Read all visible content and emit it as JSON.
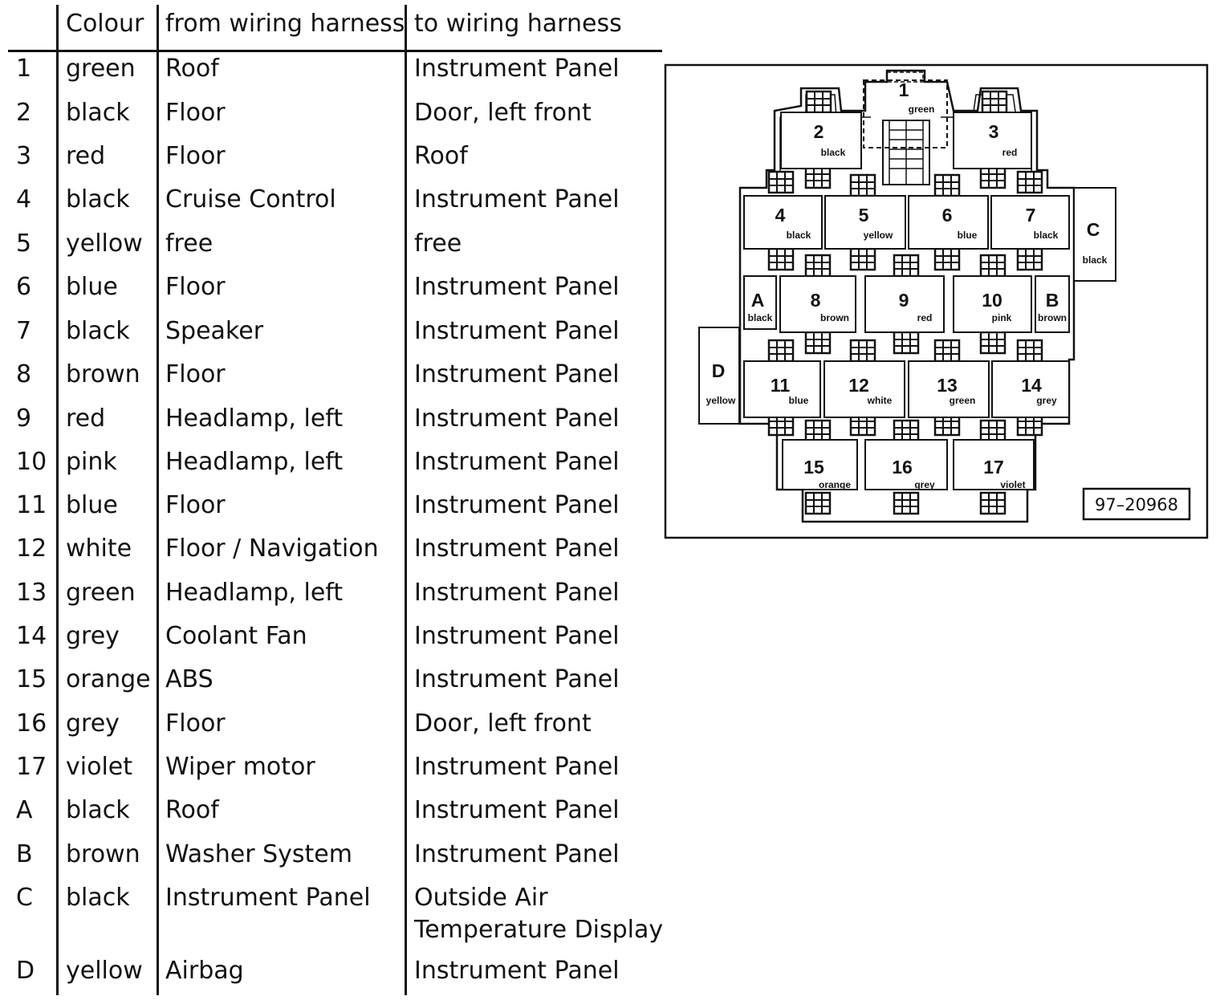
{
  "table": {
    "headers": {
      "colour": "Colour",
      "from": "from wiring harness",
      "to": "to wiring harness"
    },
    "rows": [
      {
        "id": "1",
        "colour": "green",
        "from": "Roof",
        "to": "Instrument Panel"
      },
      {
        "id": "2",
        "colour": "black",
        "from": "Floor",
        "to": "Door, left front"
      },
      {
        "id": "3",
        "colour": "red",
        "from": "Floor",
        "to": "Roof"
      },
      {
        "id": "4",
        "colour": "black",
        "from": "Cruise Control",
        "to": "Instrument Panel"
      },
      {
        "id": "5",
        "colour": "yellow",
        "from": "free",
        "to": "free"
      },
      {
        "id": "6",
        "colour": "blue",
        "from": "Floor",
        "to": "Instrument Panel"
      },
      {
        "id": "7",
        "colour": "black",
        "from": "Speaker",
        "to": "Instrument Panel"
      },
      {
        "id": "8",
        "colour": "brown",
        "from": "Floor",
        "to": "Instrument Panel"
      },
      {
        "id": "9",
        "colour": "red",
        "from": "Headlamp, left",
        "to": "Instrument Panel"
      },
      {
        "id": "10",
        "colour": "pink",
        "from": "Headlamp, left",
        "to": "Instrument Panel"
      },
      {
        "id": "11",
        "colour": "blue",
        "from": "Floor",
        "to": "Instrument Panel"
      },
      {
        "id": "12",
        "colour": "white",
        "from": "Floor / Navigation",
        "to": "Instrument Panel"
      },
      {
        "id": "13",
        "colour": "green",
        "from": "Headlamp, left",
        "to": "Instrument Panel"
      },
      {
        "id": "14",
        "colour": "grey",
        "from": "Coolant Fan",
        "to": "Instrument Panel"
      },
      {
        "id": "15",
        "colour": "orange",
        "from": "ABS",
        "to": "Instrument Panel"
      },
      {
        "id": "16",
        "colour": "grey",
        "from": "Floor",
        "to": "Door, left front"
      },
      {
        "id": "17",
        "colour": "violet",
        "from": "Wiper motor",
        "to": "Instrument Panel"
      },
      {
        "id": "A",
        "colour": "black",
        "from": "Roof",
        "to": "Instrument Panel"
      },
      {
        "id": "B",
        "colour": "brown",
        "from": "Washer System",
        "to": "Instrument Panel"
      },
      {
        "id": "C",
        "colour": "black",
        "from": "Instrument Panel",
        "to": "Outside Air",
        "to2": "Temperature Display"
      },
      {
        "id": "D",
        "colour": "yellow",
        "from": "Airbag",
        "to": "Instrument Panel"
      }
    ]
  },
  "diagram": {
    "reference": "97–20968",
    "connectors": [
      {
        "id": "1",
        "colour": "green"
      },
      {
        "id": "2",
        "colour": "black"
      },
      {
        "id": "3",
        "colour": "red"
      },
      {
        "id": "4",
        "colour": "black"
      },
      {
        "id": "5",
        "colour": "yellow"
      },
      {
        "id": "6",
        "colour": "blue"
      },
      {
        "id": "7",
        "colour": "black"
      },
      {
        "id": "C",
        "colour": "black"
      },
      {
        "id": "A",
        "colour": "black"
      },
      {
        "id": "8",
        "colour": "brown"
      },
      {
        "id": "9",
        "colour": "red"
      },
      {
        "id": "10",
        "colour": "pink"
      },
      {
        "id": "B",
        "colour": "brown"
      },
      {
        "id": "D",
        "colour": "yellow"
      },
      {
        "id": "11",
        "colour": "blue"
      },
      {
        "id": "12",
        "colour": "white"
      },
      {
        "id": "13",
        "colour": "green"
      },
      {
        "id": "14",
        "colour": "grey"
      },
      {
        "id": "15",
        "colour": "orange"
      },
      {
        "id": "16",
        "colour": "grey"
      },
      {
        "id": "17",
        "colour": "violet"
      }
    ]
  }
}
